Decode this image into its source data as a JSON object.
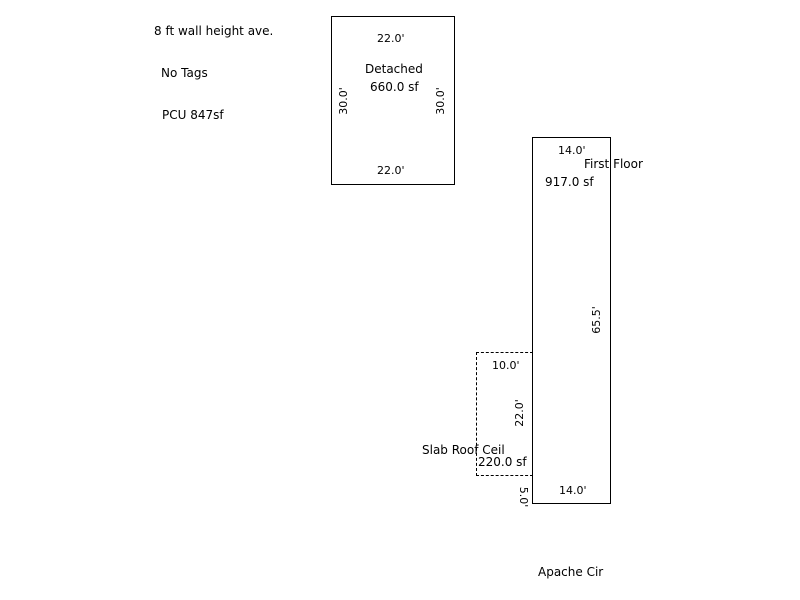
{
  "notes": {
    "wall_height": "8 ft wall height ave.",
    "tags": "No Tags",
    "pcu": "PCU  847sf"
  },
  "detached": {
    "name": "Detached",
    "area": "660.0 sf",
    "top": "22.0'",
    "bottom": "22.0'",
    "left": "30.0'",
    "right": "30.0'"
  },
  "first_floor": {
    "name": "First Floor",
    "area": "917.0 sf",
    "top": "14.0'",
    "bottom": "14.0'",
    "right": "65.5'",
    "offset": "5.0'"
  },
  "slab": {
    "name": "Slab Roof Ceil",
    "area": "220.0 sf",
    "top": "10.0'",
    "right": "22.0'"
  },
  "street": "Apache Cir"
}
